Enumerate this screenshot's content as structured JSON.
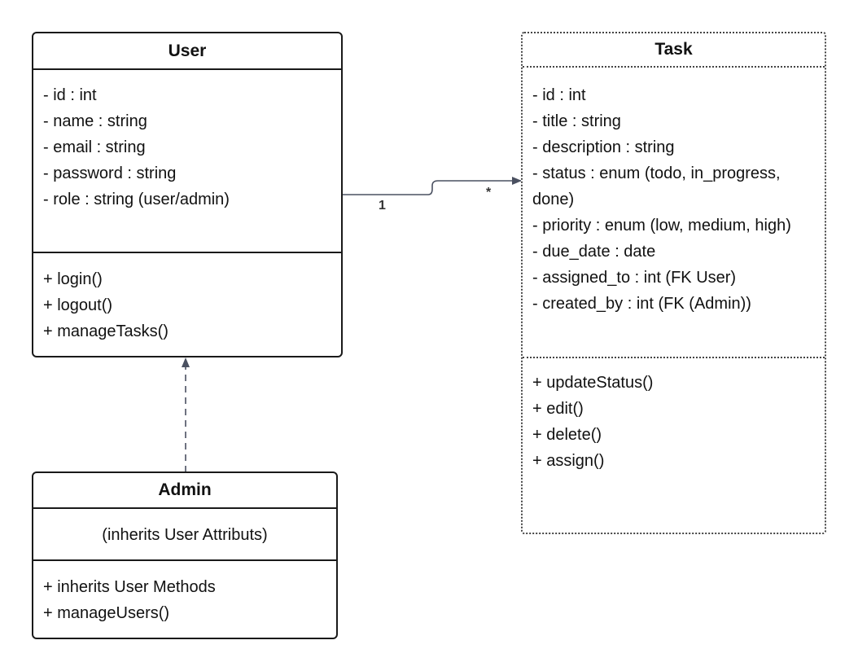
{
  "classes": {
    "user": {
      "name": "User",
      "attributes": [
        "- id : int",
        "- name : string",
        "- email : string",
        "- password : string",
        "- role : string (user/admin)"
      ],
      "methods": [
        "+ login()",
        "+ logout()",
        "+ manageTasks()"
      ]
    },
    "task": {
      "name": "Task",
      "attributes": [
        "- id : int",
        "- title : string",
        "- description : string",
        "- status : enum (todo, in_progress, done)",
        "- priority : enum (low, medium, high)",
        "- due_date : date",
        "- assigned_to : int (FK User)",
        "- created_by : int (FK (Admin))"
      ],
      "methods": [
        "+ updateStatus()",
        "+ edit()",
        "+ delete()",
        "+ assign()"
      ]
    },
    "admin": {
      "name": "Admin",
      "attributes_note": "(inherits User Attributs)",
      "methods": [
        "+ inherits User Methods",
        "+ manageUsers()"
      ]
    }
  },
  "relations": {
    "user_task": {
      "source_multiplicity": "1",
      "target_multiplicity": "*"
    }
  },
  "colors": {
    "border": "#1a1a1a",
    "connector": "#4a5060",
    "text": "#111111"
  }
}
